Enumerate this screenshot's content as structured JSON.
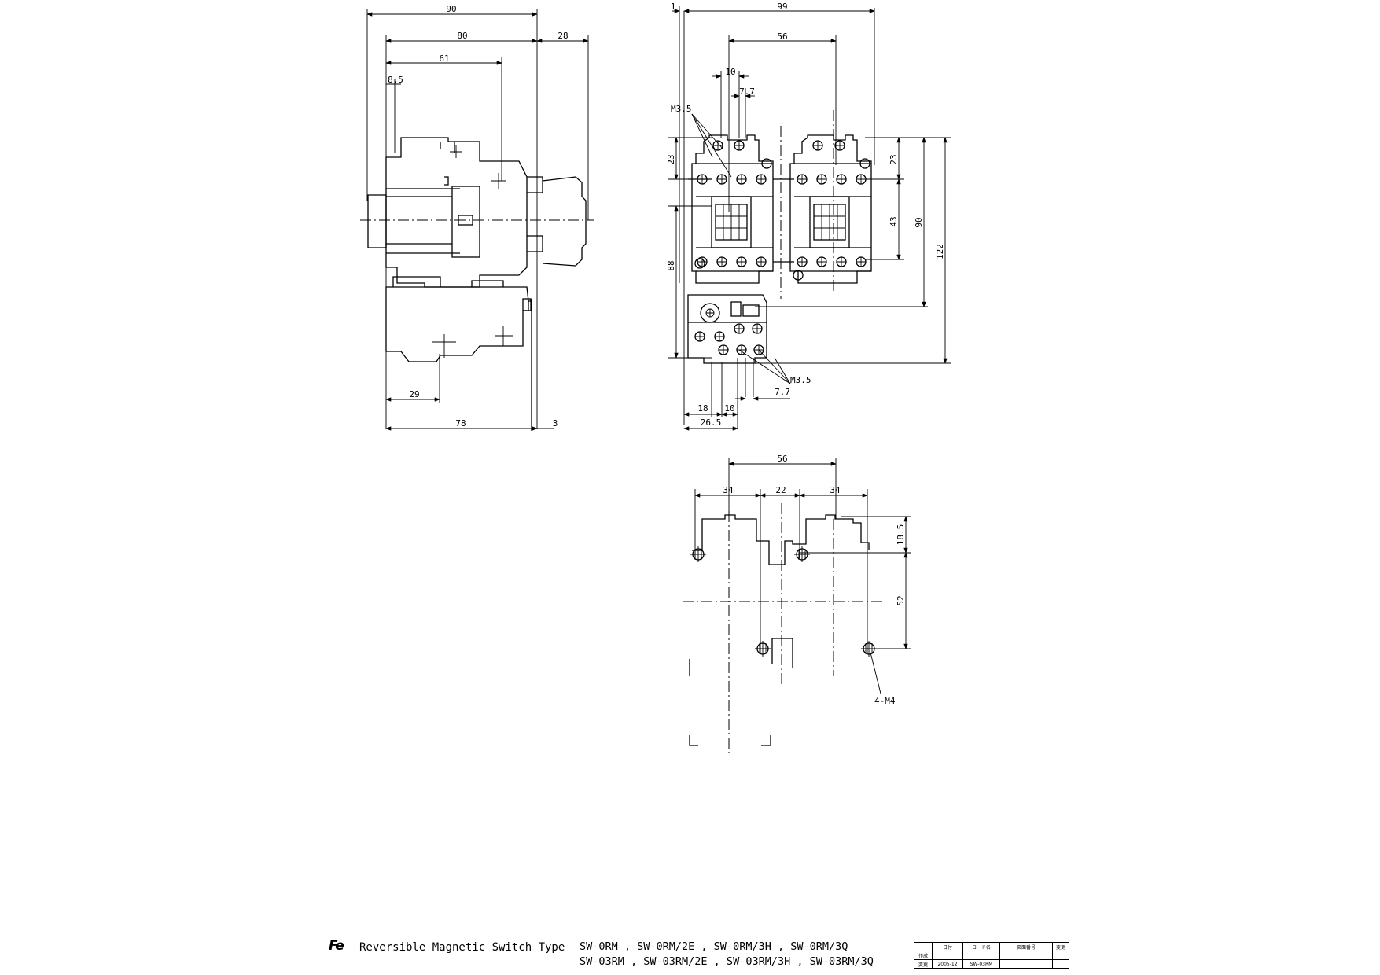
{
  "drawing": {
    "side_view": {
      "dims": [
        "90",
        "80",
        "61",
        "8.5",
        "28",
        "29",
        "78",
        "3"
      ]
    },
    "front_view": {
      "dims": [
        "1",
        "99",
        "56",
        "10",
        "7.7",
        "M3.5",
        "23",
        "88",
        "23",
        "43",
        "90",
        "122",
        "M3.5",
        "7.7",
        "18",
        "10",
        "26.5"
      ]
    },
    "mounting_view": {
      "dims": [
        "56",
        "34",
        "22",
        "34",
        "18.5",
        "52",
        "4-M4"
      ]
    }
  },
  "title_block": {
    "logo": "Fe",
    "title": "Reversible Magnetic Switch Type",
    "models_line1": "SW-0RM , SW-0RM/2E , SW-0RM/3H , SW-0RM/3Q",
    "models_line2": "SW-03RM , SW-03RM/2E , SW-03RM/3H , SW-03RM/3Q",
    "table": {
      "header": [
        "",
        "日付",
        "コード名",
        "図面番号",
        "変更"
      ],
      "row1": [
        "作成",
        "",
        "",
        "",
        ""
      ],
      "row2": [
        "変更",
        "2005-12",
        "SW-03RM",
        "",
        ""
      ]
    }
  }
}
